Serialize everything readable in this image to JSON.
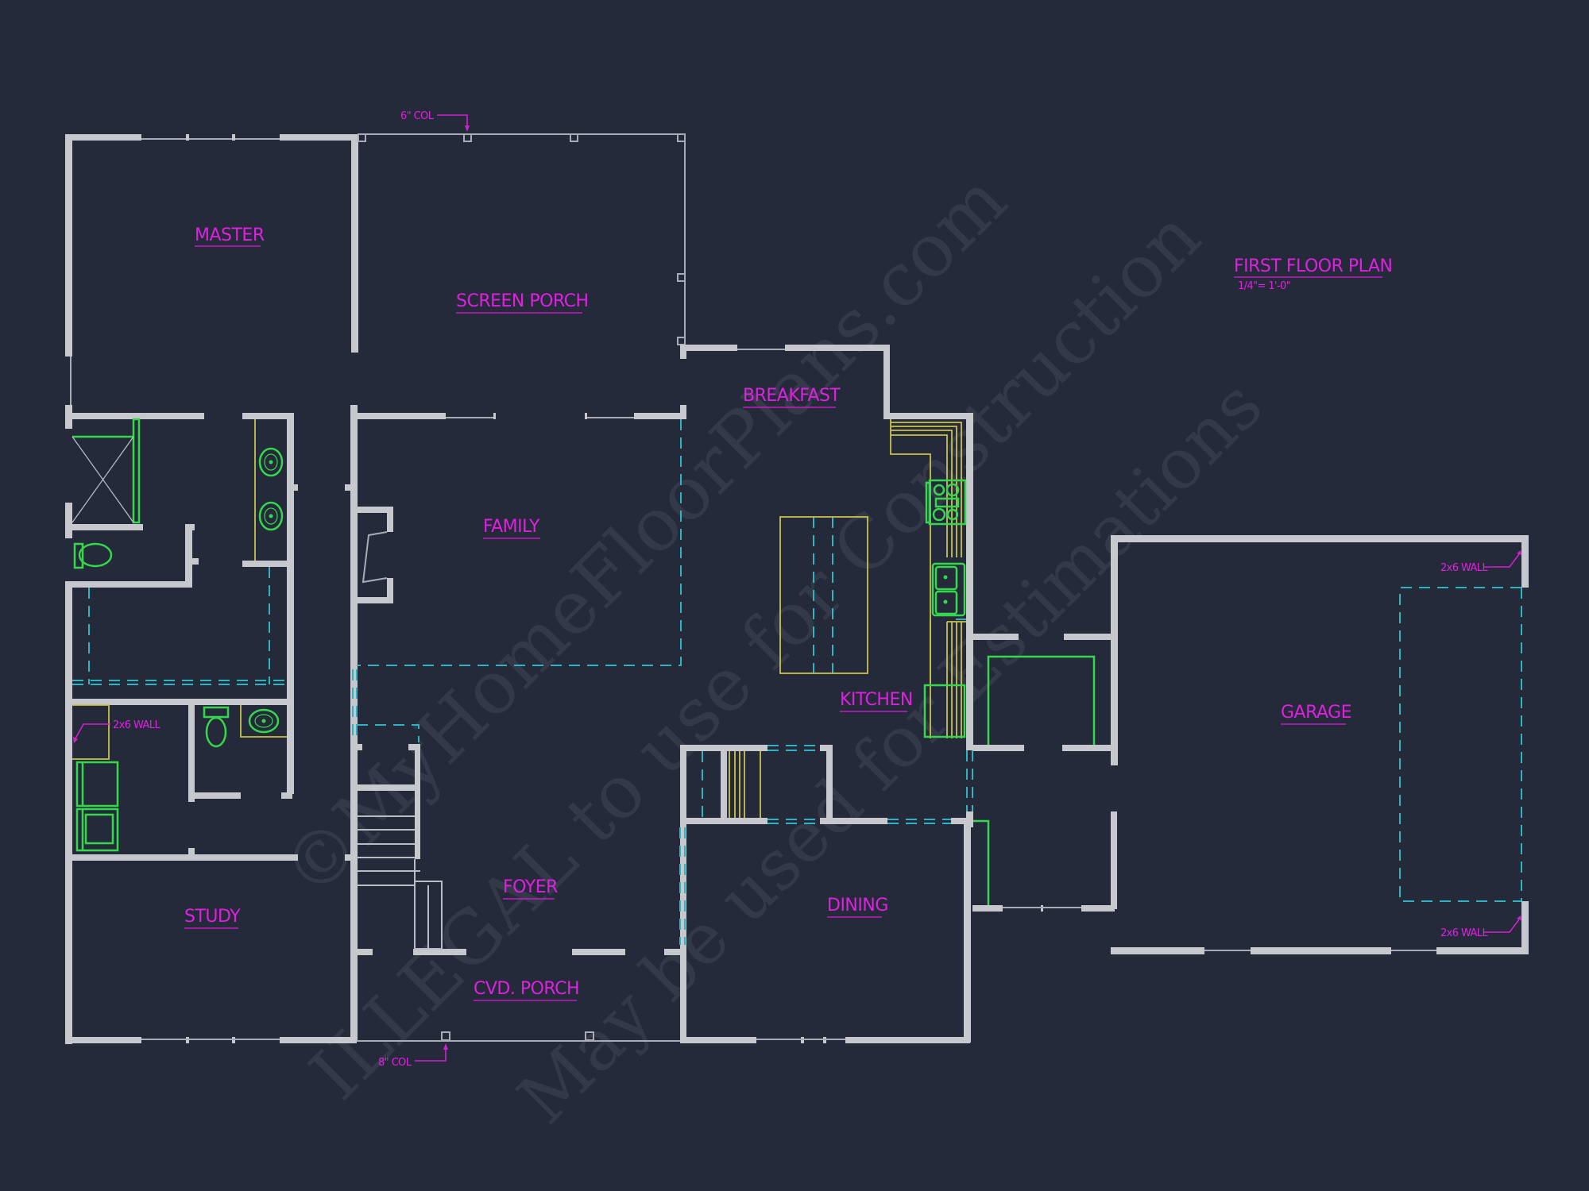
{
  "plan": {
    "title": "FIRST FLOOR PLAN",
    "scale": "1/4\"= 1'-0\""
  },
  "rooms": {
    "master": "MASTER",
    "screen_porch": "SCREEN PORCH",
    "breakfast": "BREAKFAST",
    "family": "FAMILY",
    "kitchen": "KITCHEN",
    "foyer": "FOYER",
    "dining": "DINING",
    "study": "STUDY",
    "cvd_porch": "CVD. PORCH",
    "garage": "GARAGE"
  },
  "annotations": {
    "col_top": "6\" COL",
    "col_bottom": "8\" COL",
    "wall_laundry": "2x6 WALL",
    "wall_garage_top": "2x6 WALL",
    "wall_garage_bottom": "2x6 WALL"
  },
  "watermark": {
    "line1": "©MyHomeFloorPlans.com",
    "line2": "ILLEGAL to use for Construction",
    "line3": "May be used for Estimations"
  },
  "colors": {
    "background": "#252a3b",
    "walls": "#c6c8ce",
    "labels": "#e020e0",
    "dashed_lines": "#2fb3c0",
    "fixtures": "#34d84a",
    "cabinets": "#c9c24a"
  },
  "icons": [
    "toilet-icon",
    "sink-icon",
    "shower-icon",
    "range-icon",
    "double-sink-icon",
    "washer-icon",
    "dryer-icon",
    "fireplace-icon",
    "stair-icon",
    "column-icon"
  ]
}
